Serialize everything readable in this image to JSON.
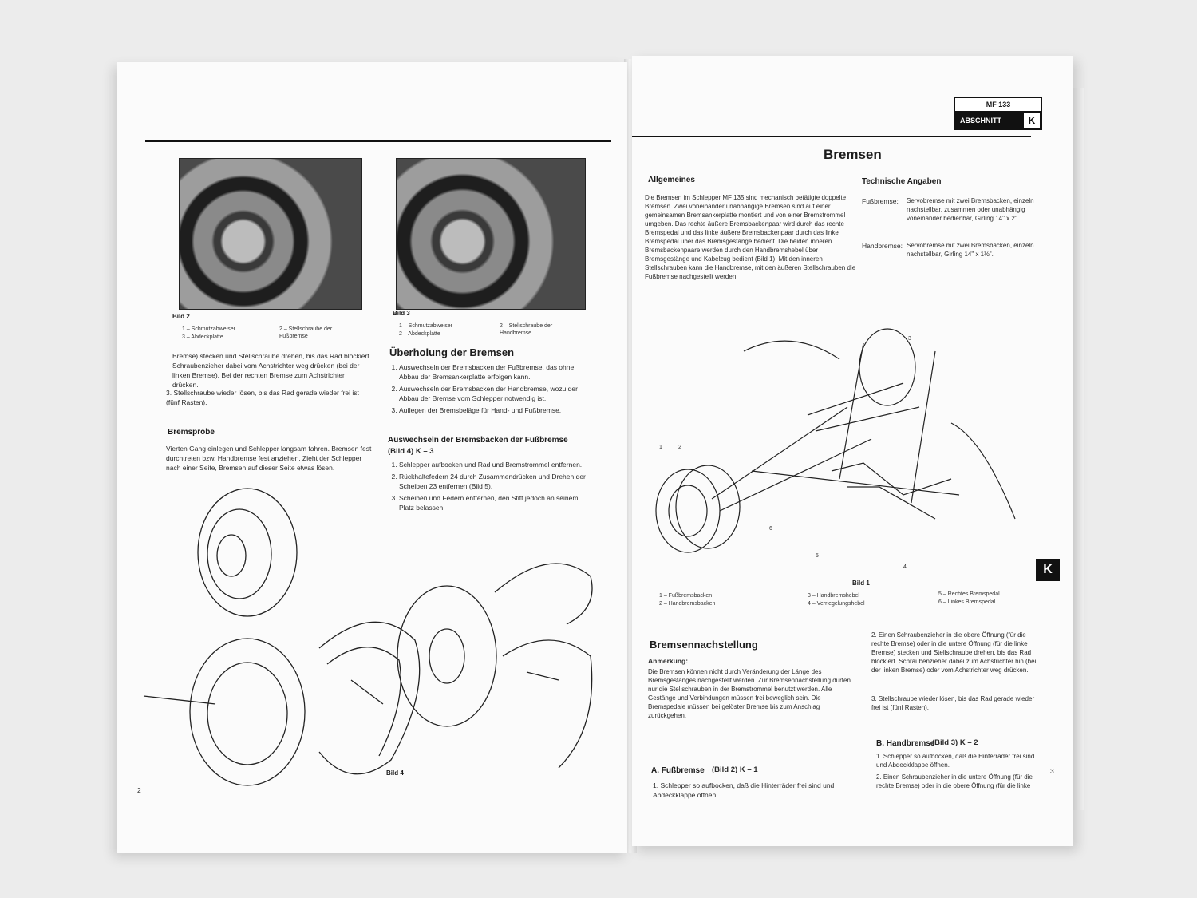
{
  "left": {
    "fig2": {
      "caption": "Bild 2",
      "legend": [
        "1 – Schmutzabweiser",
        "2 – Stellschraube der Fußbremse",
        "3 – Abdeckplatte"
      ]
    },
    "fig3": {
      "caption": "Bild 3",
      "legend": [
        "1 – Schmutzabweiser",
        "2 – Abdeckplatte",
        "2 – Stellschraube der Handbremse"
      ]
    },
    "body1": "Bremse) stecken und Stellschraube drehen, bis das Rad blockiert. Schraubenzieher dabei vom Achstrichter weg drücken (bei der linken Bremse). Bei der rechten Bremse zum Achstrichter drücken.",
    "step3": "3. Stellschraube wieder lösen, bis das Rad gerade wieder frei ist (fünf Rasten).",
    "bremsprobe_title": "Bremsprobe",
    "bremsprobe_text": "Vierten Gang einlegen und Schlepper langsam fahren. Bremsen fest durchtreten bzw. Handbremse fest anziehen. Zieht der Schlepper nach einer Seite, Bremsen auf dieser Seite etwas lösen.",
    "overhaul_title": "Überholung der Bremsen",
    "overhaul_items": [
      "Auswechseln der Bremsbacken der Fußbremse, das ohne Abbau der Bremsankerplatte erfolgen kann.",
      "Auswechseln der Bremsbacken der Handbremse, wozu der Abbau der Bremse vom Schlepper notwendig ist.",
      "Auflegen der Bremsbeläge für Hand- und Fußbremse."
    ],
    "replace_title": "Auswechseln der Bremsbacken der Fußbremse",
    "replace_sub": "(Bild 4) K – 3",
    "replace_items": [
      "Schlepper aufbocken und Rad und Bremstrommel entfernen.",
      "Rückhaltefedern 24 durch Zusammendrücken und Drehen der Scheiben 23 entfernen (Bild 5).",
      "Scheiben und Federn entfernen, den Stift jedoch an seinem Platz belassen."
    ],
    "fig4_caption": "Bild 4",
    "page_number": "2"
  },
  "right": {
    "model": "MF 133",
    "section_label": "ABSCHNITT",
    "section_letter": "K",
    "title": "Bremsen",
    "general_title": "Allgemeines",
    "general_text": "Die Bremsen im Schlepper MF 135 sind mechanisch betätigte doppelte Bremsen. Zwei voneinander unabhängige Bremsen sind auf einer gemeinsamen Bremsankerplatte montiert und von einer Bremstrommel umgeben. Das rechte äußere Bremsbackenpaar wird durch das rechte Bremspedal und das linke äußere Bremsbackenpaar durch das linke Bremspedal über das Bremsgestänge bedient. Die beiden inneren Bremsbackenpaare werden durch den Handbremshebel über Bremsgestänge und Kabelzug bedient (Bild 1). Mit den inneren Stellschrauben kann die Handbremse, mit den äußeren Stellschrauben die Fußbremse nachgestellt werden.",
    "tech_title": "Technische Angaben",
    "tech_rows": [
      {
        "label": "Fußbremse:",
        "value": "Servobremse mit zwei Bremsbacken, einzeln nachstellbar, zusammen oder unabhängig voneinander bedienbar, Girling 14\" x 2\"."
      },
      {
        "label": "Handbremse:",
        "value": "Servobremse mit zwei Bremsbacken, einzeln nachstellbar, Girling 14\" x 1½\"."
      }
    ],
    "fig1_caption": "Bild 1",
    "fig1_legend": [
      "1 – Fußbremsbacken",
      "2 – Handbremsbacken",
      "3 – Handbremshebel",
      "4 – Verriegelungshebel",
      "5 – Rechtes Bremspedal",
      "6 – Linkes Bremspedal"
    ],
    "adjust_title": "Bremsennachstellung",
    "note_label": "Anmerkung:",
    "note_text": "Die Bremsen können nicht durch Veränderung der Länge des Bremsgestänges nachgestellt werden. Zur Bremsennachstellung dürfen nur die Stellschrauben in der Bremstrommel benutzt werden. Alle Gestänge und Verbindungen müssen frei beweglich sein. Die Bremspedale müssen bei gelöster Bremse bis zum Anschlag zurückgehen.",
    "foot_title": "A. Fußbremse",
    "foot_sub": "(Bild 2) K – 1",
    "foot_step1": "1. Schlepper so aufbocken, daß die Hinterräder frei sind und Abdeckklappe öffnen.",
    "col2_step2": "2. Einen Schraubenzieher in die obere Öffnung (für die rechte Bremse) oder in die untere Öffnung (für die linke Bremse) stecken und Stellschraube drehen, bis das Rad blockiert. Schraubenzieher dabei zum Achstrichter hin (bei der linken Bremse) oder vom Achstrichter weg drücken.",
    "col2_step3": "3. Stellschraube wieder lösen, bis das Rad gerade wieder frei ist (fünf Rasten).",
    "hand_title": "B. Handbremse",
    "hand_sub": "(Bild 3) K – 2",
    "hand_step1": "1. Schlepper so aufbocken, daß die Hinterräder frei sind und Abdeckklappe öffnen.",
    "hand_step2": "2. Einen Schraubenzieher in die untere Öffnung (für die rechte Bremse) oder in die obere Öffnung (für die linke",
    "page_number": "3"
  }
}
